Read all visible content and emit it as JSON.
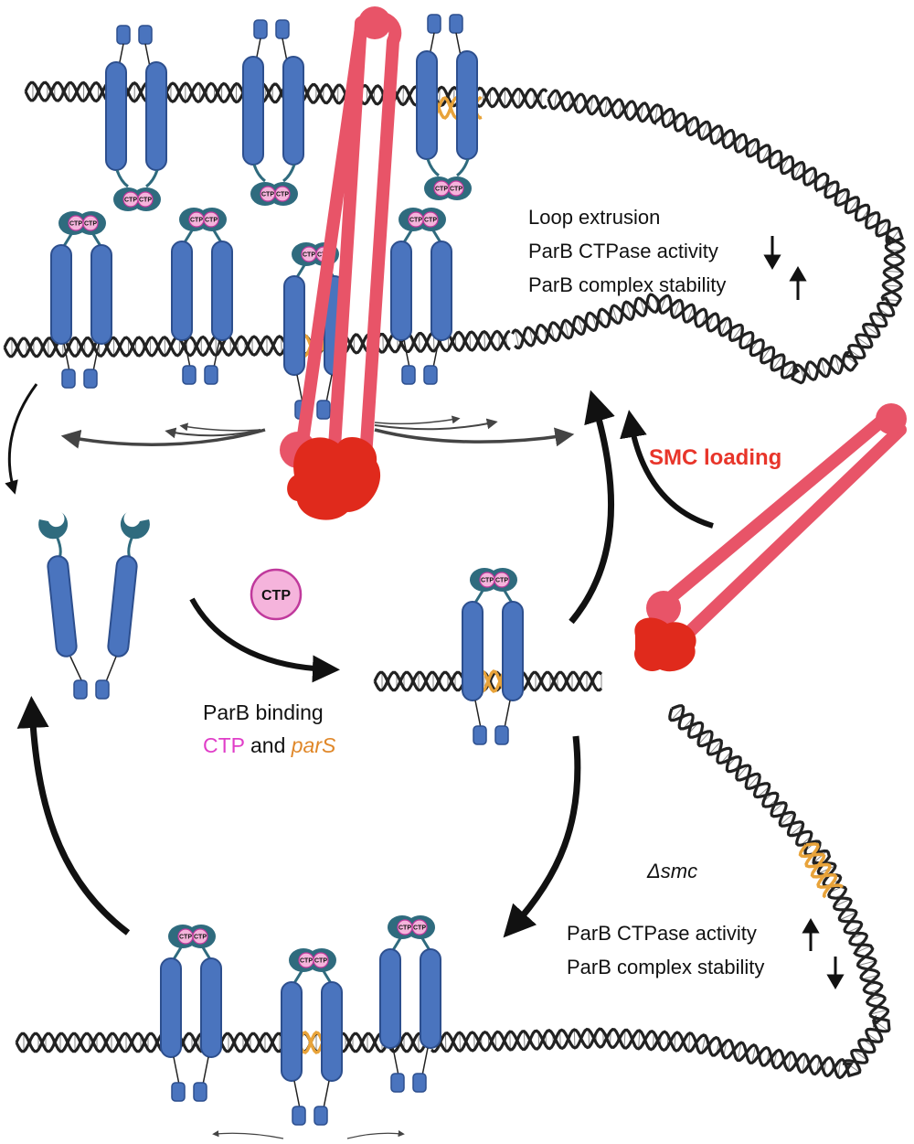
{
  "labels": {
    "loop_extrusion": "Loop extrusion",
    "top_ctpase": "ParB CTPase activity",
    "top_stability": "ParB complex stability",
    "smc_loading": "SMC loading",
    "ctp_free": "CTP",
    "binding_line1": "ParB binding",
    "binding_ctp": "CTP",
    "binding_and": " and ",
    "binding_pars": "parS",
    "delta_smc": "Δsmc",
    "bottom_ctpase": "ParB CTPase activity",
    "bottom_stability": "ParB complex stability",
    "ctp_tag": "CTP"
  },
  "colors": {
    "protein_blue": "#4a74be",
    "protein_outline": "#2d4f8e",
    "head_teal": "#2f6b7e",
    "ctp_pink": "#f5b4dc",
    "ctp_outline": "#c0399c",
    "smc_pink": "#e85468",
    "smc_red": "#e02a1c",
    "dna_black": "#222222",
    "pars_orange": "#e8a33a",
    "smc_text": "#e8352a",
    "ctp_text": "#e03ec8",
    "pars_text": "#e0882a"
  },
  "icons": [
    "arrow-down-icon",
    "arrow-up-icon",
    "cycle-arrow-icon"
  ]
}
